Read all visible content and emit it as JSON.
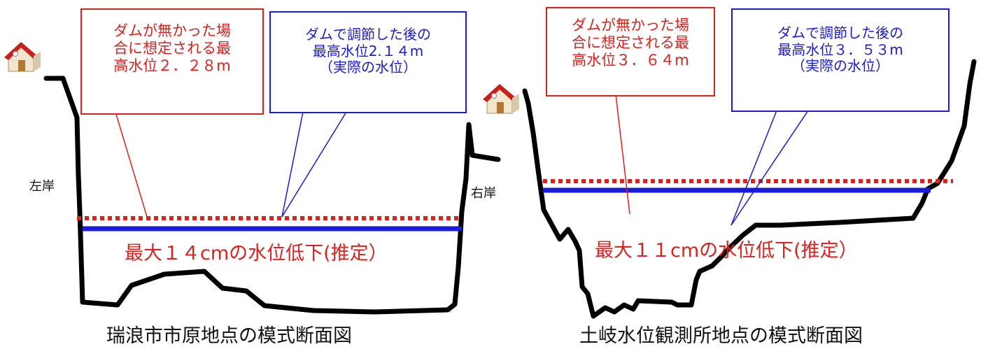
{
  "left_section": {
    "callout_no_dam": [
      "ダムが無かった場",
      "合に想定される最",
      "高水位２．２８m"
    ],
    "callout_with_dam": [
      "ダムで調節した後の",
      "最高水位2.１４m",
      "（実際の水位）"
    ],
    "bank_left": "左岸",
    "bank_right": "右岸",
    "reduction": "最大１４cmの水位低下(推定）",
    "caption": "瑞浪市市原地点の模式断面図"
  },
  "right_section": {
    "callout_no_dam": [
      "ダムが無かった場",
      "合に想定される最",
      "高水位３．６４m"
    ],
    "callout_with_dam": [
      "ダムで調節した後の",
      "最高水位３．５３m",
      "（実際の水位）"
    ],
    "reduction": "最大１１cmの水位低下(推定）",
    "caption": "土岐水位観測所地点の模式断面図"
  },
  "colors": {
    "no_dam_level": "#e0201b",
    "with_dam_level": "#1a1adb",
    "riverbed": "#000000",
    "house_roof": "#c8201a",
    "house_wall": "#f3e6cf"
  }
}
